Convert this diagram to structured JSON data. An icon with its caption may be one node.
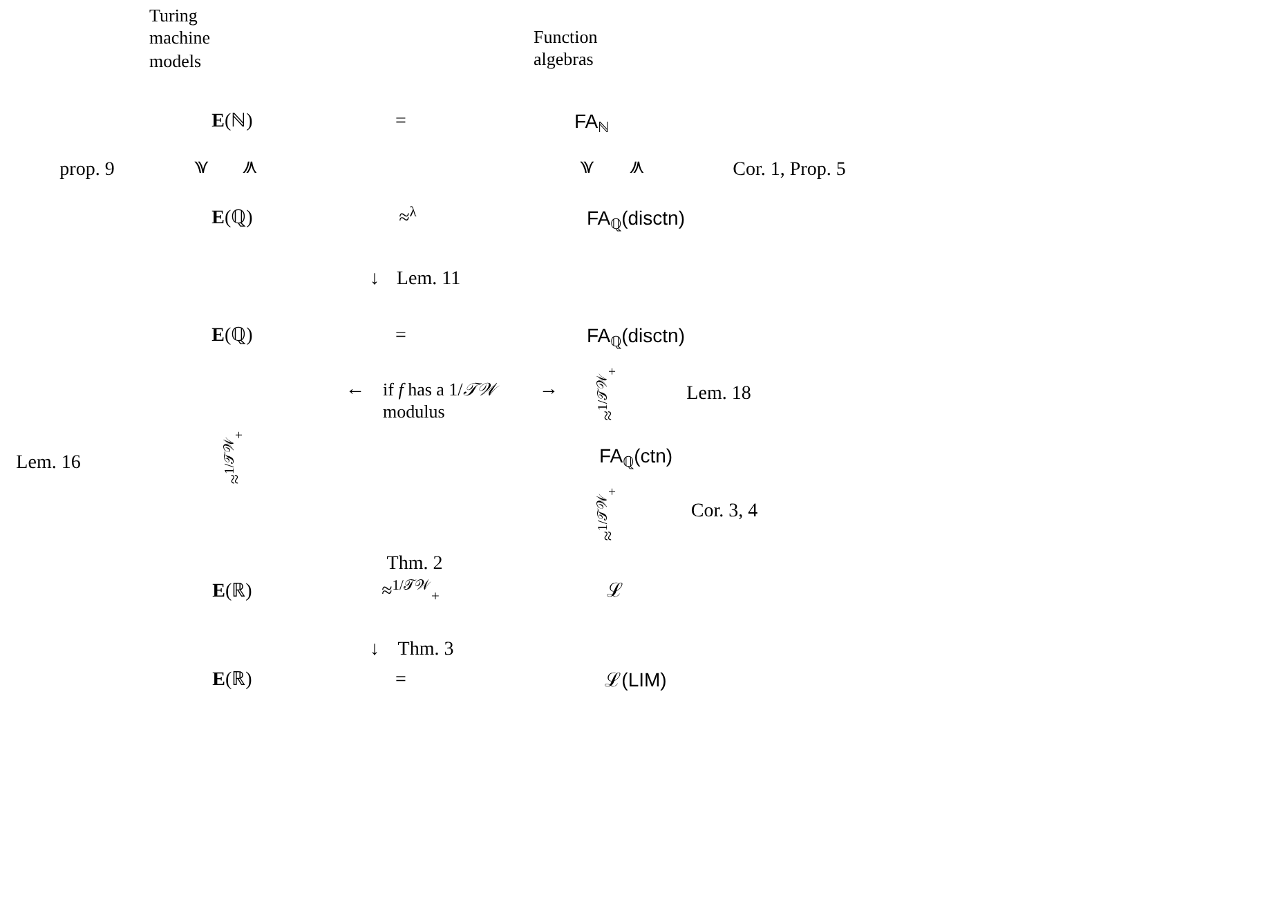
{
  "diagram": {
    "labels": [
      "Turing machine models",
      "Function algebras",
      "**E**(ℕ)",
      "=",
      "FA$_{ℕ}$",
      "prop. 9",
      "≽",
      "≼",
      "≽",
      "≼",
      "Cor. 1, Prop. 5",
      "**E**(ℚ)",
      "≈$^{λ}$",
      "FA$_{ℚ}$(disctn)",
      "↓",
      "Lem. 11",
      "**E**(ℚ)",
      "=",
      "FA$_{ℚ}$(disctn)",
      "←",
      "if *f* has a 1/*𝒯𝒲* modulus",
      "→",
      "≈$^{1/𝒯𝒲}$$_{+}$",
      "Lem. 18",
      "Lem. 16",
      "≈$^{1/𝒯𝒲}$$_{+}$",
      "FA$_{ℚ}$(ctn)",
      "≈$^{1/𝒯𝒲}$$_{+}$",
      "Cor. 3, 4",
      "Thm. 2",
      "**E**(ℝ)",
      "≈$^{1/𝒯𝒲}$$_{+}$",
      "ℒ",
      "↓",
      "Thm. 3",
      "**E**(ℝ)",
      "=",
      "ℒ(LIM)"
    ]
  }
}
